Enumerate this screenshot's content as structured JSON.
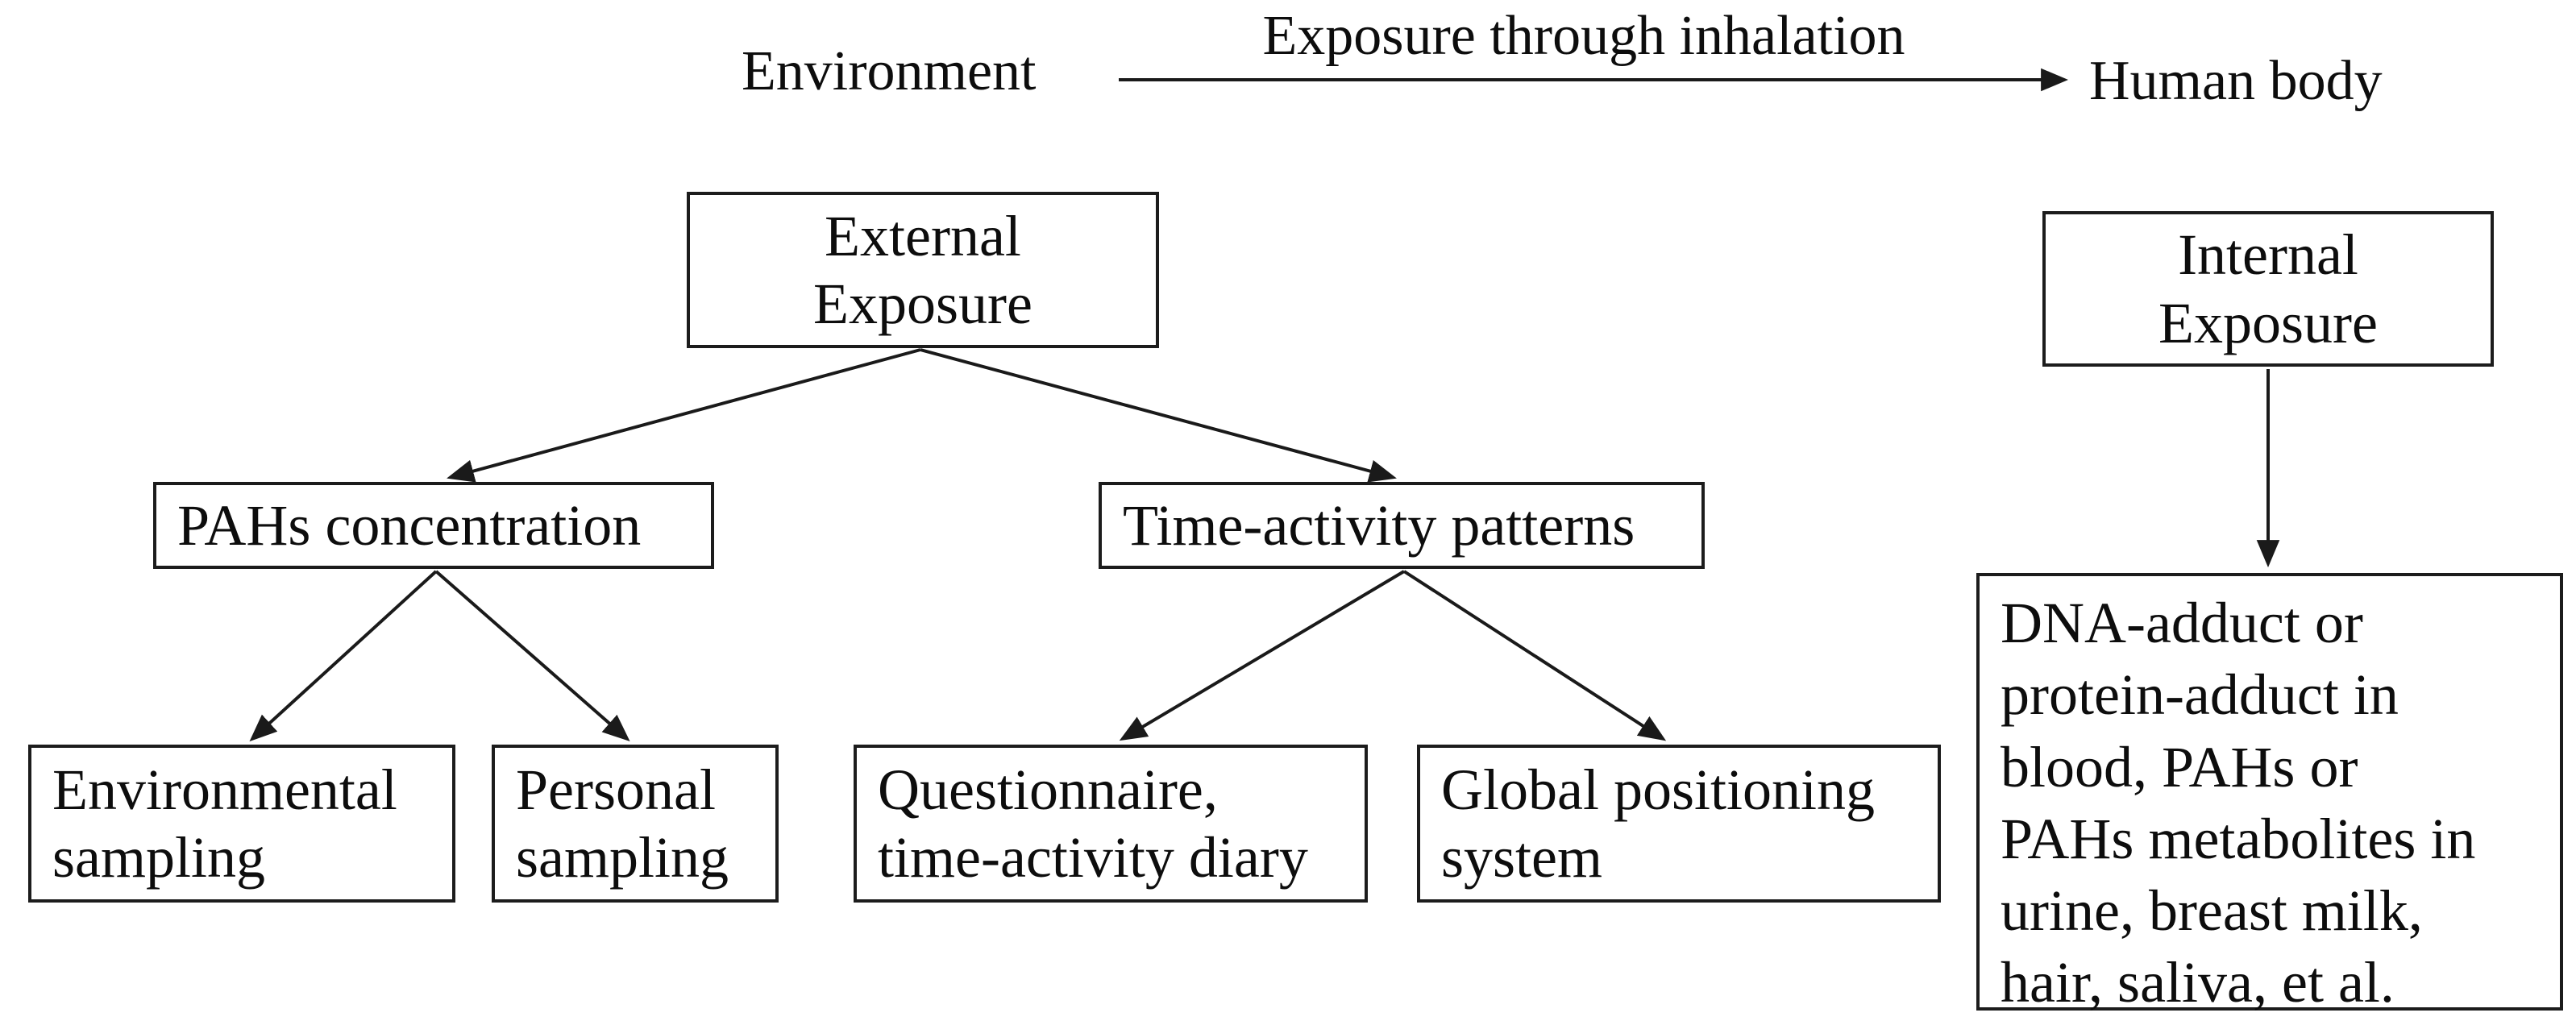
{
  "colors": {
    "line": "#1a1a1a",
    "text": "#0d0d0d",
    "background": "#ffffff"
  },
  "top_flow": {
    "source_label": "Environment",
    "arrow_label": "Exposure through inhalation",
    "target_label": "Human body"
  },
  "boxes": {
    "external_exposure": "External\nExposure",
    "internal_exposure": "Internal\nExposure",
    "pahs_concentration": "PAHs concentration",
    "time_activity_patterns": "Time-activity patterns",
    "environmental_sampling": "Environmental\nsampling",
    "personal_sampling": "Personal\nsampling",
    "questionnaire_diary": "Questionnaire,\ntime-activity diary",
    "global_positioning_system": "Global positioning\nsystem",
    "internal_biomarkers": "DNA-adduct or\nprotein-adduct in\nblood, PAHs or\nPAHs metabolites in\nurine, breast milk,\nhair, saliva, et al."
  }
}
